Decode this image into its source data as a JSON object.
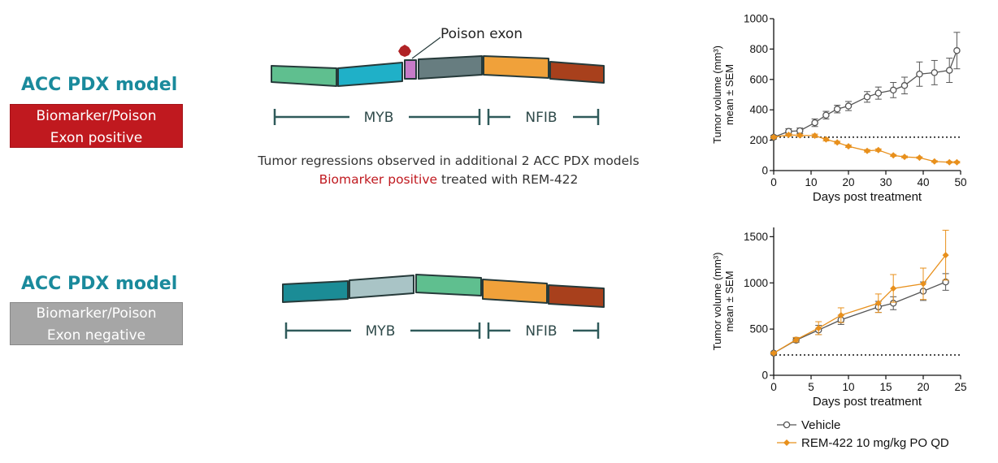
{
  "panels": [
    {
      "title": "ACC PDX model",
      "box_line1": "Biomarker/Poison",
      "box_line2": "Exon positive",
      "box_color": "#c0191f",
      "gene_left": "MYB",
      "gene_right": "NFIB",
      "poison_label": "Poison exon"
    },
    {
      "title": "ACC PDX model",
      "box_line1": "Biomarker/Poison",
      "box_line2": "Exon negative",
      "box_color": "#a6a6a6",
      "gene_left": "MYB",
      "gene_right": "NFIB"
    }
  ],
  "caption": {
    "line1": "Tumor regressions observed in additional 2 ACC PDX models",
    "highlight": "Biomarker positive",
    "line2_rest": " treated with REM-422"
  },
  "legend": [
    {
      "name": "Vehicle",
      "color": "#555555",
      "marker": "open-circle"
    },
    {
      "name": "REM-422 10 mg/kg  PO QD",
      "color": "#e8901c",
      "marker": "diamond"
    }
  ],
  "chart_data": [
    {
      "type": "line",
      "xlabel": "Days post treatment",
      "ylabel_line1": "Tumor volume (mm³)",
      "ylabel_line2": "mean ± SEM",
      "xlim": [
        0,
        50
      ],
      "ylim": [
        0,
        1000
      ],
      "xticks": [
        0,
        10,
        20,
        30,
        40,
        50
      ],
      "yticks": [
        0,
        200,
        400,
        600,
        800,
        1000
      ],
      "reference_line": 220,
      "series": [
        {
          "name": "Vehicle",
          "color": "#555555",
          "x": [
            0,
            4,
            7,
            11,
            14,
            17,
            20,
            25,
            28,
            32,
            35,
            39,
            43,
            47,
            49
          ],
          "y": [
            220,
            258,
            262,
            315,
            365,
            405,
            425,
            485,
            510,
            530,
            560,
            635,
            645,
            660,
            790
          ],
          "err": [
            12,
            18,
            18,
            25,
            25,
            25,
            30,
            35,
            40,
            50,
            55,
            80,
            80,
            80,
            120
          ]
        },
        {
          "name": "REM-422 10 mg/kg  PO QD",
          "color": "#e8901c",
          "x": [
            0,
            4,
            7,
            11,
            14,
            17,
            20,
            25,
            28,
            32,
            35,
            39,
            43,
            47,
            49
          ],
          "y": [
            220,
            235,
            232,
            230,
            205,
            185,
            160,
            130,
            135,
            100,
            90,
            85,
            60,
            55,
            55
          ],
          "err": [
            8,
            8,
            8,
            10,
            10,
            8,
            8,
            8,
            8,
            6,
            6,
            5,
            5,
            5,
            5
          ]
        }
      ]
    },
    {
      "type": "line",
      "xlabel": "Days post treatment",
      "ylabel_line1": "Tumor volume (mm³)",
      "ylabel_line2": "mean ± SEM",
      "xlim": [
        0,
        25
      ],
      "ylim": [
        0,
        1600
      ],
      "xticks": [
        0,
        5,
        10,
        15,
        20,
        25
      ],
      "yticks": [
        0,
        500,
        1000,
        1500
      ],
      "reference_line": 220,
      "series": [
        {
          "name": "Vehicle",
          "color": "#555555",
          "x": [
            0,
            3,
            6,
            9,
            14,
            16,
            20,
            23
          ],
          "y": [
            240,
            380,
            490,
            600,
            740,
            780,
            910,
            1010
          ],
          "err": [
            10,
            25,
            50,
            50,
            60,
            70,
            100,
            90
          ]
        },
        {
          "name": "REM-422 10 mg/kg  PO QD",
          "color": "#e8901c",
          "x": [
            0,
            3,
            6,
            9,
            14,
            16,
            20,
            23
          ],
          "y": [
            240,
            385,
            510,
            650,
            780,
            940,
            990,
            1300
          ],
          "err": [
            10,
            25,
            70,
            80,
            100,
            150,
            170,
            270
          ]
        }
      ]
    }
  ]
}
